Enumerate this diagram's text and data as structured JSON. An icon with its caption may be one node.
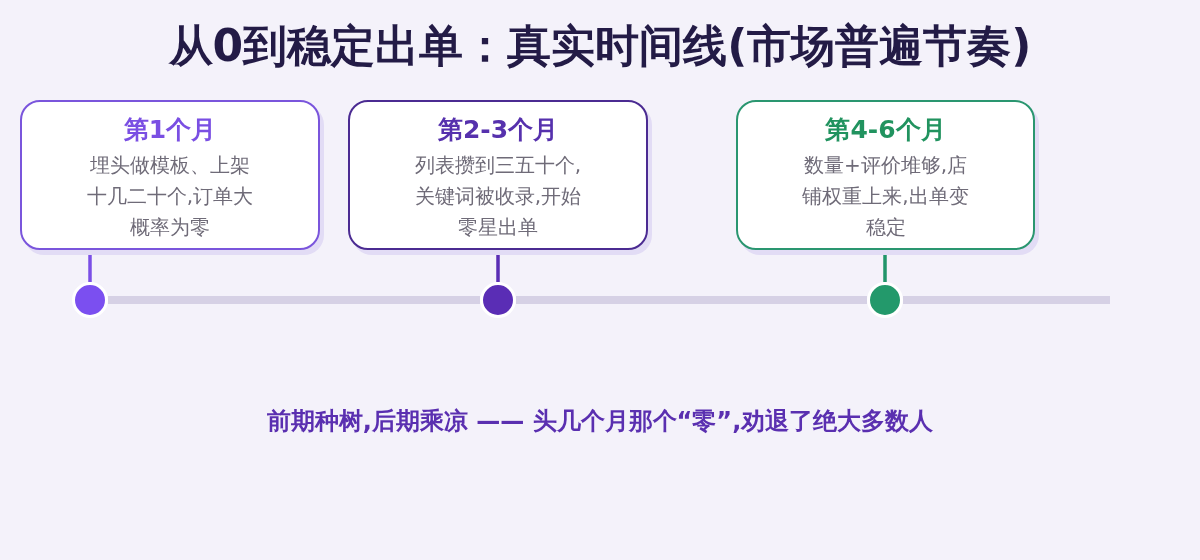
{
  "diagram": {
    "title": "从0到稳定出单：真实时间线(市场普遍节奏)",
    "caption": "前期种树,后期乘凉 —— 头几个月那个“零”,劝退了绝大多数人",
    "nodes": [
      {
        "text": [
          "第1个月",
          "埋头做模板、上架十几二十个,订单大概率为零"
        ]
      },
      {
        "text": [
          "第2-3个月",
          "列表攒到三五十个,关键词被收录,开始零星出单"
        ]
      },
      {
        "text": [
          "第4-6个月",
          "数量+评价堆够,店铺权重上来,出单变稳定"
        ]
      },
      {
        "text": [],
        "shape": "circle"
      },
      {
        "text": [],
        "shape": "circle"
      },
      {
        "text": [],
        "shape": "circle"
      }
    ],
    "edges": [
      {
        "from": 0,
        "to": 3,
        "arrow": "none",
        "color": "#7b4fe6"
      },
      {
        "from": 1,
        "to": 4,
        "arrow": "none",
        "color": "#5a2db5"
      },
      {
        "from": 2,
        "to": 5,
        "arrow": "none",
        "color": "#21956a"
      },
      {
        "from": 3,
        "to": 4,
        "arrow": "none",
        "style": "thick",
        "color": "#d6d1e5"
      },
      {
        "from": 4,
        "to": 5,
        "arrow": "none",
        "style": "thick",
        "color": "#d6d1e5"
      },
      {
        "from": 5,
        "to": null,
        "arrow": "none",
        "style": "thick",
        "color": "#d6d1e5"
      }
    ]
  }
}
